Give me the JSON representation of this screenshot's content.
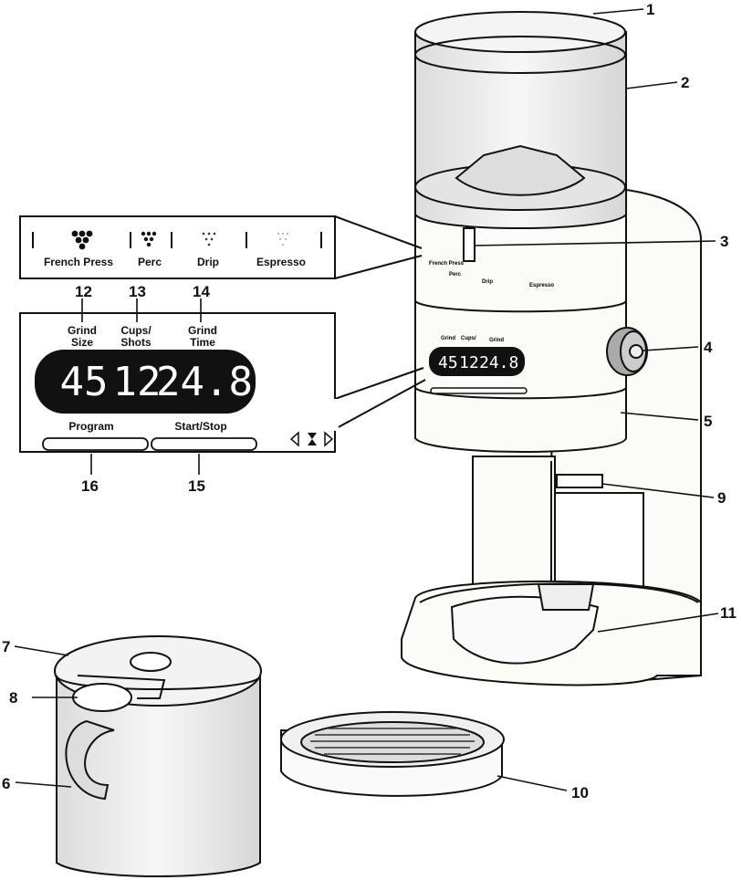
{
  "callouts": {
    "c1": "1",
    "c2": "2",
    "c3": "3",
    "c4": "4",
    "c5": "5",
    "c6": "6",
    "c7": "7",
    "c8": "8",
    "c9": "9",
    "c10": "10",
    "c11": "11",
    "c12": "12",
    "c13": "13",
    "c14": "14",
    "c15": "15",
    "c16": "16"
  },
  "brew_panel": {
    "french_press": "French Press",
    "perc": "Perc",
    "drip": "Drip",
    "espresso": "Espresso"
  },
  "display_panel": {
    "grind_size_l1": "Grind",
    "grind_size_l2": "Size",
    "cups_l1": "Cups/",
    "cups_l2": "Shots",
    "grind_time_l1": "Grind",
    "grind_time_l2": "Time",
    "grind_size_value": "45",
    "cups_value": "12",
    "grind_time_value": "24.8",
    "program": "Program",
    "start_stop": "Start/Stop"
  },
  "colors": {
    "line": "#111111",
    "glass": "#f0f0f0",
    "body": "#fbfbf8",
    "display": "#111111",
    "display_text": "#ffffff"
  }
}
